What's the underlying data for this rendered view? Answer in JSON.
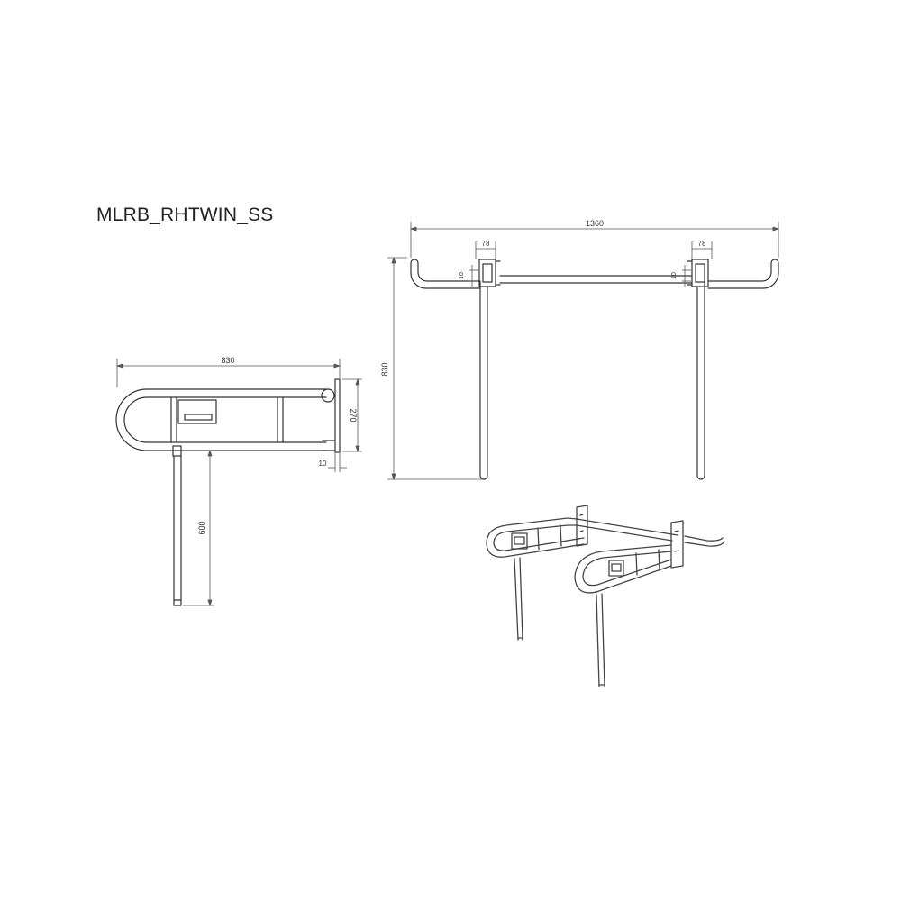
{
  "drawing": {
    "model_code": "MLRB_RHTWIN_SS",
    "side_view": {
      "width_label": "830",
      "height_label": "270",
      "plate_thickness_label": "10",
      "leg_length_label": "600"
    },
    "front_view": {
      "span_label": "1360",
      "left_offset_label": "78",
      "right_offset_label": "78",
      "total_height_label": "830",
      "left_gap_label": "10",
      "right_gap_label": "10"
    }
  },
  "colors": {
    "line": "#333333",
    "dim": "#555555"
  }
}
